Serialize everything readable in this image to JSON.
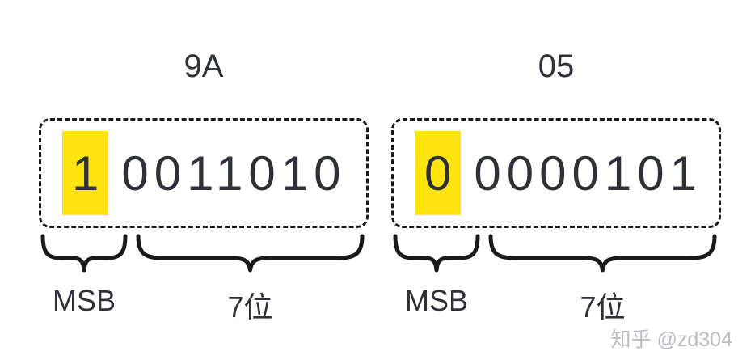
{
  "colors": {
    "highlight": "#ffe411",
    "text": "#2e3238",
    "watermark": "#b9bcc1"
  },
  "watermark": "知乎 @zd304",
  "bytes": [
    {
      "hex": "9A",
      "msb": "1",
      "bits": "0011010",
      "msb_label": "MSB",
      "bits_label": "7位"
    },
    {
      "hex": "05",
      "msb": "0",
      "bits": "0000101",
      "msb_label": "MSB",
      "bits_label": "7位"
    }
  ]
}
